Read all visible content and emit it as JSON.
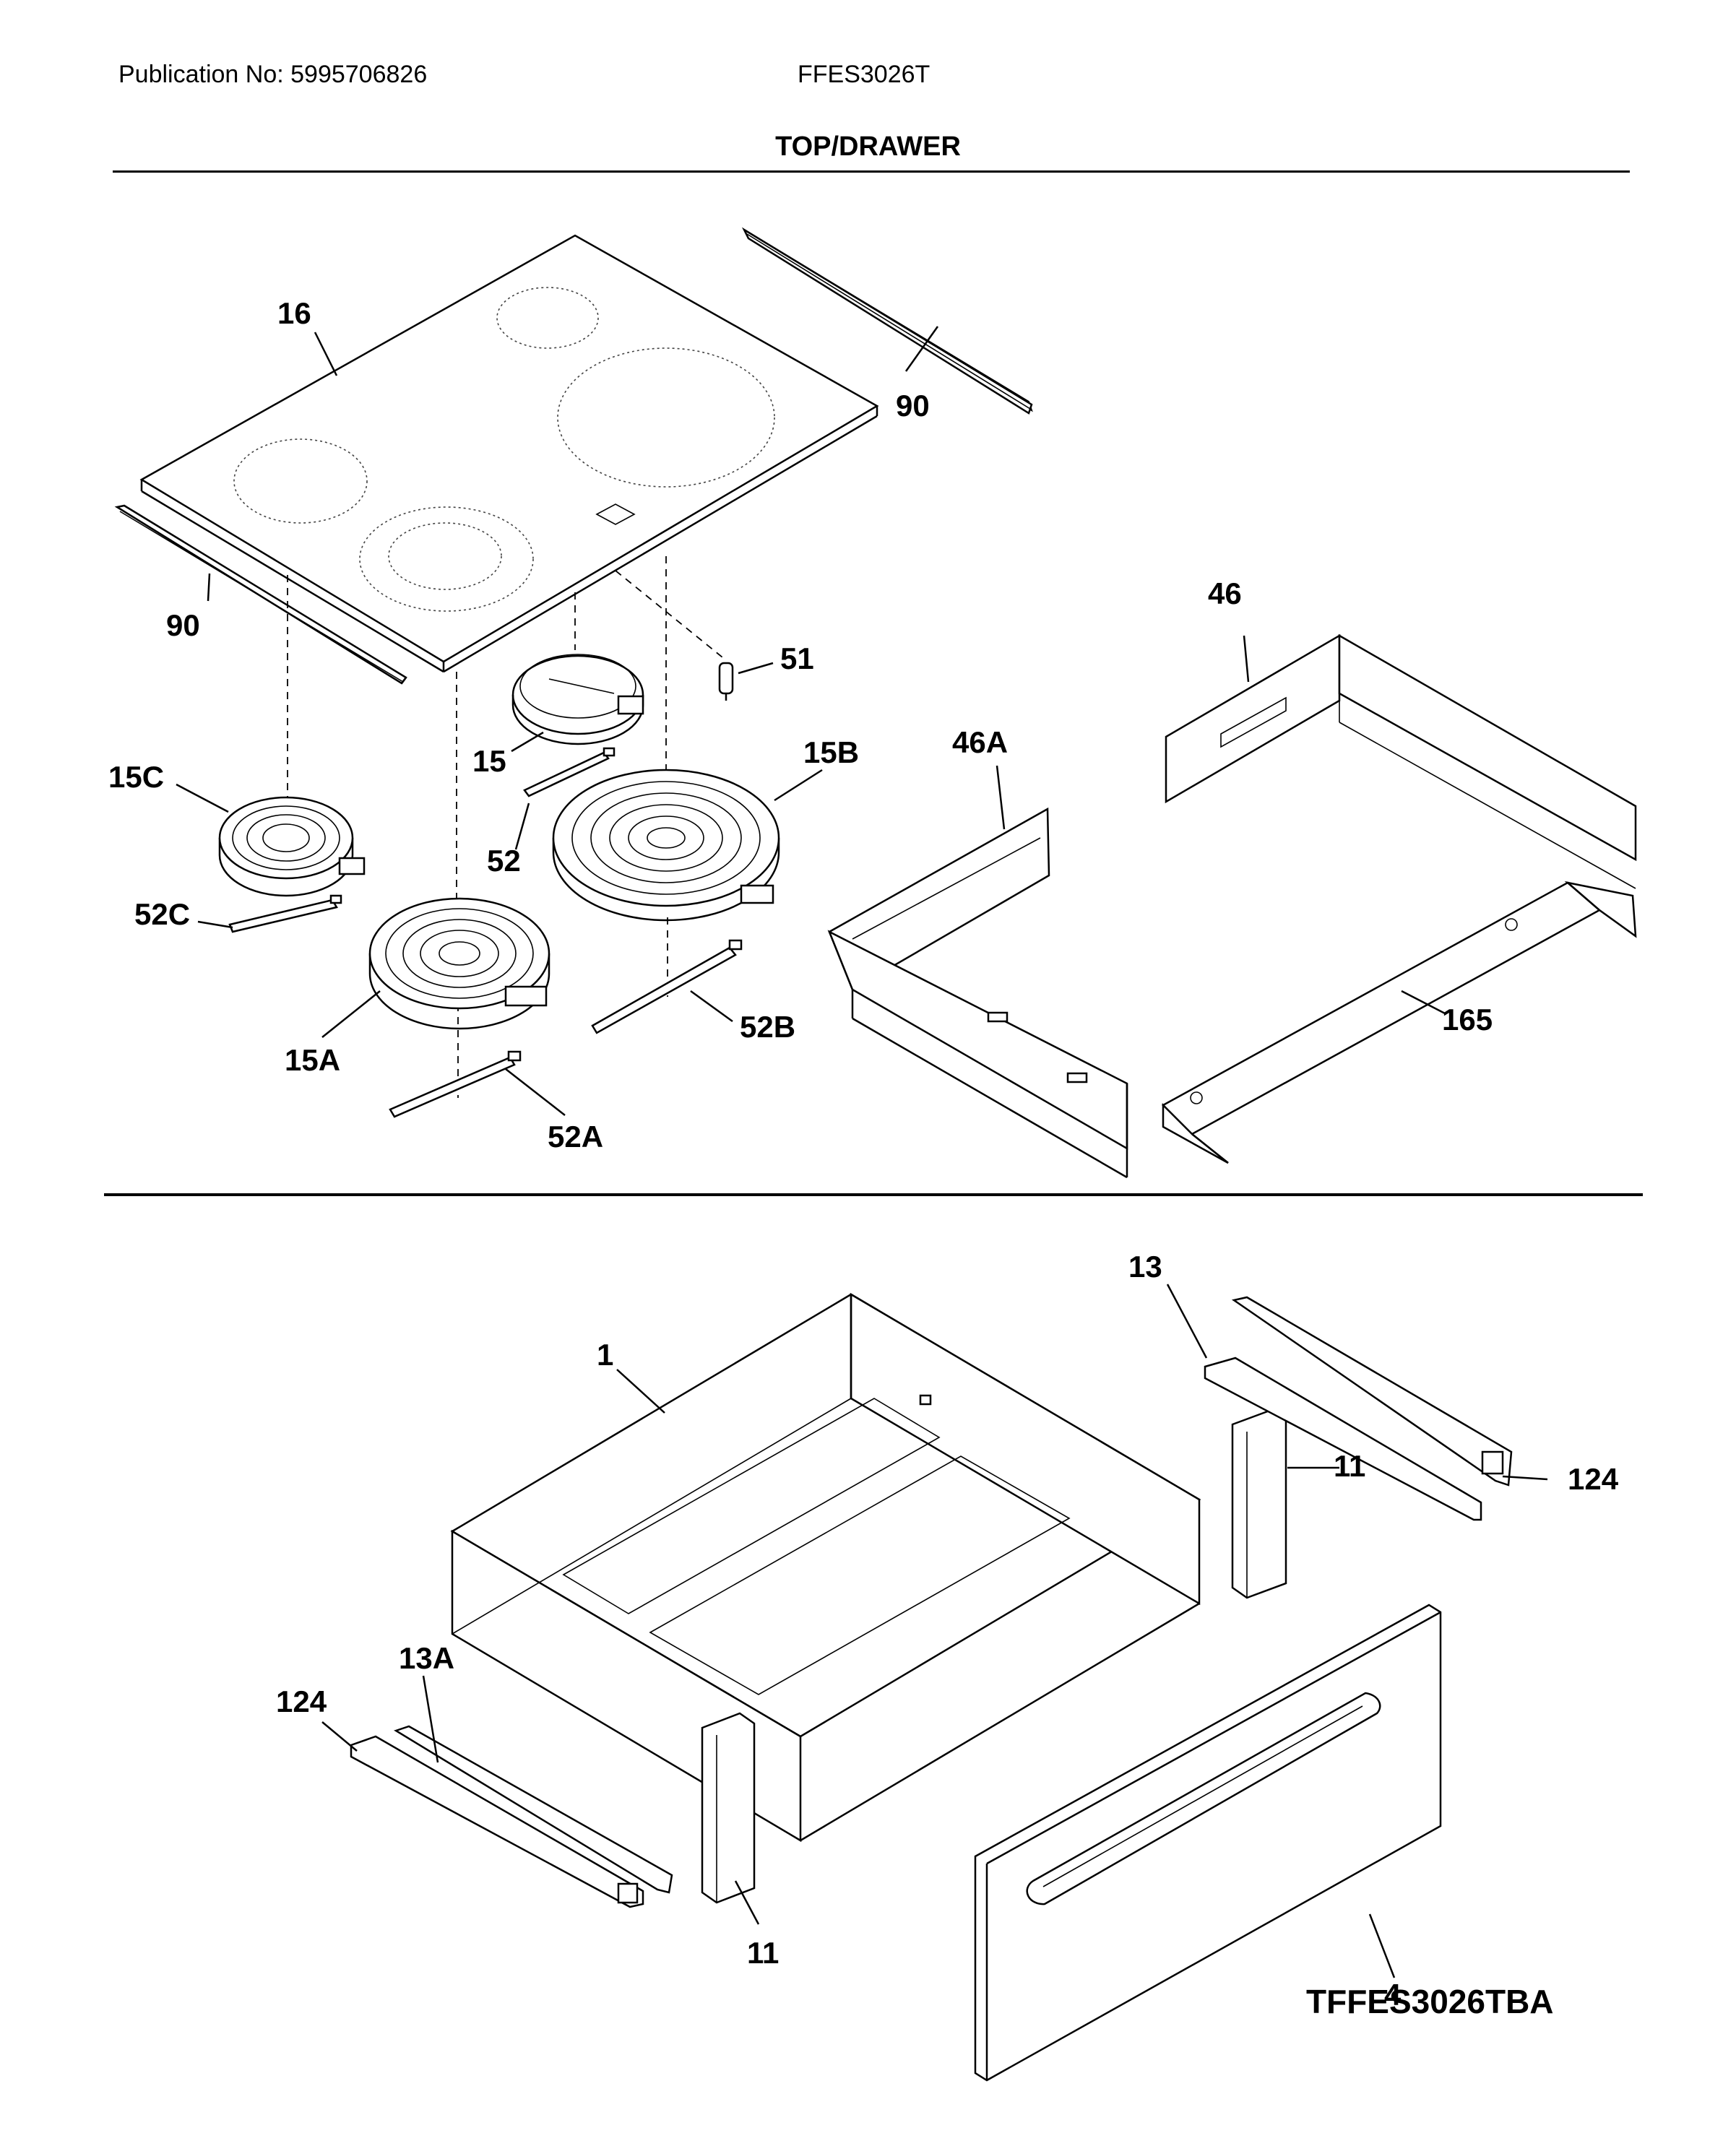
{
  "header": {
    "publication": "Publication No: 5995706826",
    "model": "FFES3026T",
    "section_title": "TOP/DRAWER"
  },
  "callouts": {
    "c16": "16",
    "c90_top": "90",
    "c90_left": "90",
    "c51": "51",
    "c15": "15",
    "c15B": "15B",
    "c15C": "15C",
    "c52": "52",
    "c52C": "52C",
    "c15A": "15A",
    "c52B": "52B",
    "c52A": "52A",
    "c46": "46",
    "c46A": "46A",
    "c165": "165",
    "c13": "13",
    "c1": "1",
    "c11_upper": "11",
    "c124_right": "124",
    "c13A": "13A",
    "c124_left": "124",
    "c11_lower": "11",
    "c4": "4"
  },
  "diagram_ref": "TFFES3026TBA"
}
